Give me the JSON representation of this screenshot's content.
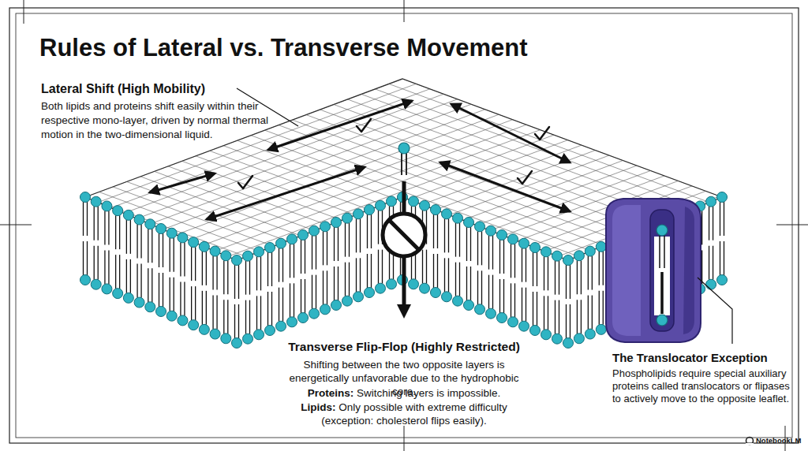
{
  "diagram": {
    "title": "Rules of Lateral vs. Transverse Movement",
    "labels": [
      "Lateral Shift (High Mobility)",
      "Both lipids and proteins shift easily within their respective mono-layer, driven by normal thermal motion in the two-dimensional liquid.",
      "Transverse Flip-Flop (Highly Restricted)",
      "Shifting between the two opposite layers is energetically unfavorable due to the hydrophobic core.",
      "Proteins:",
      "Switching layers is impossible.",
      "Lipids:",
      "Only possible with extreme difficulty (exception: cholesterol flips easily).",
      "The Translocator Exception",
      "Phospholipids require special auxiliary proteins called translocators or flipases to actively move to the opposite leaflet.",
      "NotebookLM"
    ]
  }
}
